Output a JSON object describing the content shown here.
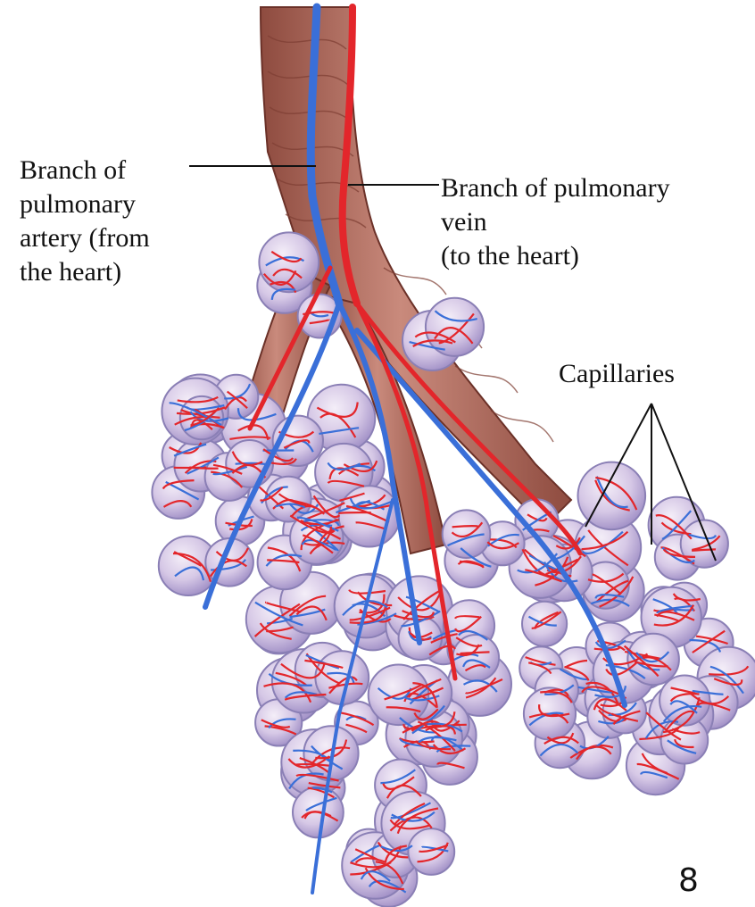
{
  "labels": {
    "artery": "Branch of\npulmonary\nartery (from\nthe heart)",
    "vein": "Branch of pulmonary\nvein\n(to the heart)",
    "capillaries": "Capillaries"
  },
  "page_number": "8",
  "colors": {
    "bronchiole": "#b06a5c",
    "bronchiole_dark": "#7e3e33",
    "artery_vessel": "#3a6fd8",
    "vein_vessel": "#e3262b",
    "alveolus_fill": "#d9cce9",
    "alveolus_edge": "#8a7fb5"
  }
}
